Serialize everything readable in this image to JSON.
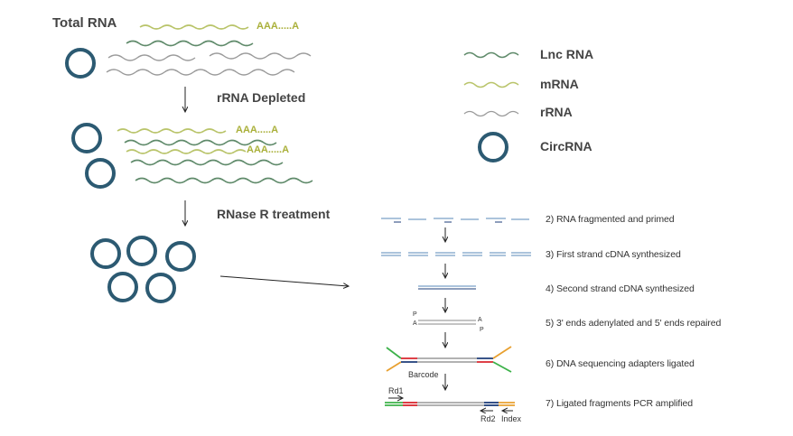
{
  "labels": {
    "total_rna": "Total RNA",
    "rrna_depleted": "rRNA Depleted",
    "rnase_r": "RNase R treatment",
    "poly_a_1": "AAA.....A",
    "poly_a_2": "AAA.....A",
    "poly_a_3": "AAA.....A"
  },
  "legend": [
    {
      "label": "Lnc RNA",
      "icon": "lnc-rna-wave-icon",
      "color": "#5f8a6a"
    },
    {
      "label": "mRNA",
      "icon": "mrna-wave-icon",
      "color": "#b9c46a"
    },
    {
      "label": "rRNA",
      "icon": "rrna-wave-icon",
      "color": "#9a9a9a"
    },
    {
      "label": "CircRNA",
      "icon": "circ-rna-ring-icon",
      "color": "#2c5a72"
    }
  ],
  "steps": [
    "2) RNA fragmented and primed",
    "3) First strand cDNA synthesized",
    "4) Second strand cDNA synthesized",
    "5) 3' ends adenylated and 5' ends repaired",
    "6) DNA sequencing adapters ligated",
    "7) Ligated fragments PCR amplified"
  ],
  "annotations": {
    "p_top": "P",
    "a_left": "A",
    "a_right": "A",
    "p_bottom": "P",
    "barcode": "Barcode",
    "rd1": "Rd1",
    "rd2": "Rd2",
    "index": "Index"
  },
  "colors": {
    "circ": "#2c5a72",
    "lnc": "#5f8a6a",
    "mrna": "#b9c46a",
    "rrna": "#9a9a9a",
    "dna": "#7aa0c8",
    "adapter_green": "#3db24a",
    "adapter_orange": "#e8a030",
    "barcode_red": "#d9262e",
    "navy": "#1d3c78"
  }
}
